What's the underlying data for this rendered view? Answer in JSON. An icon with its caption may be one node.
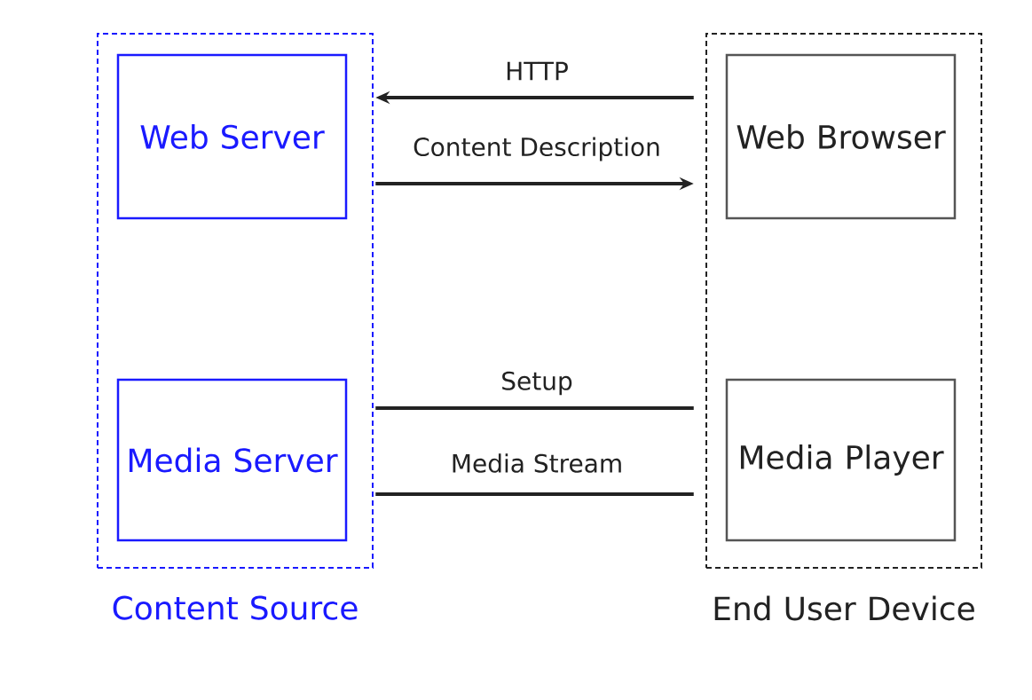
{
  "diagram": {
    "nodes": [
      {
        "text": [
          "Content Source"
        ]
      },
      {
        "text": [
          "Web Server"
        ],
        "in": 0
      },
      {
        "text": [
          "Media Server"
        ],
        "in": 0
      },
      {
        "text": [
          "End User Device"
        ]
      },
      {
        "text": [
          "Web Browser"
        ],
        "in": 3
      },
      {
        "text": [
          "Media Player"
        ],
        "in": 3
      }
    ],
    "edges": [
      {
        "from": 4,
        "to": 1,
        "arrow": "to",
        "label": "HTTP"
      },
      {
        "from": 1,
        "to": 4,
        "arrow": "to",
        "label": "Content Description"
      },
      {
        "from": 2,
        "to": 5,
        "arrow": "none",
        "label": "Setup"
      },
      {
        "from": 2,
        "to": 5,
        "arrow": "none",
        "label": "Media Stream"
      }
    ]
  }
}
